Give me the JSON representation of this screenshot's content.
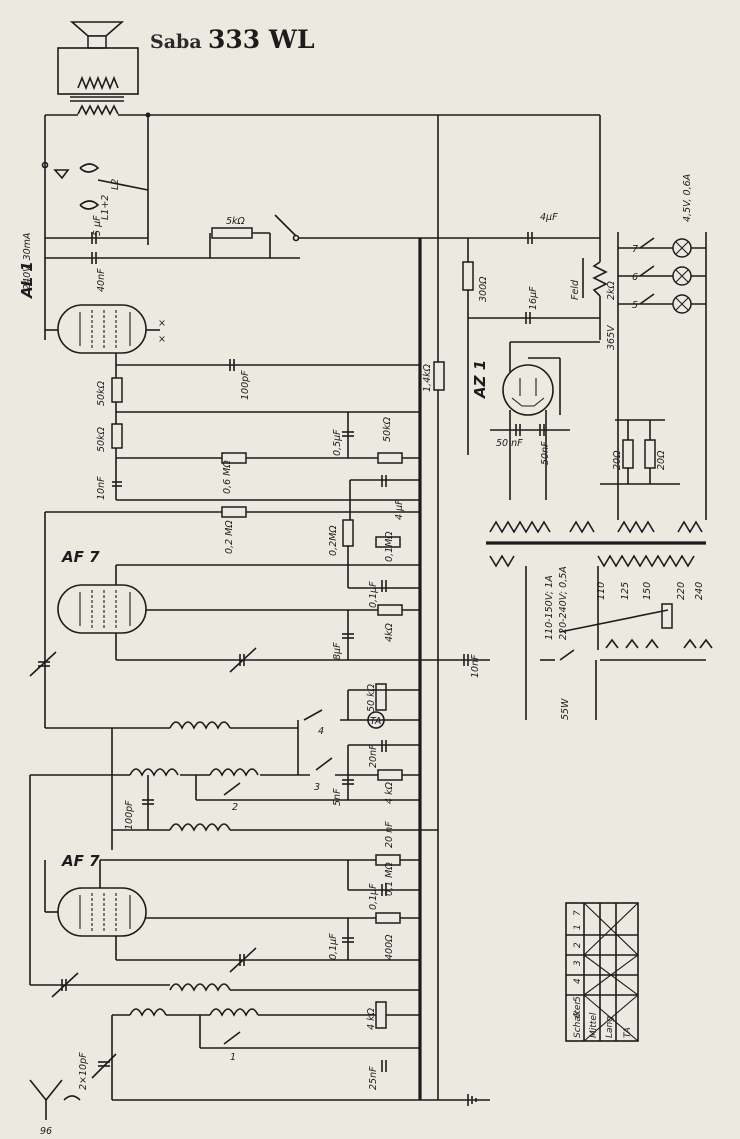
{
  "title": {
    "brand": "Saba",
    "model": "333 WL"
  },
  "tubes": {
    "output": "AL 1",
    "rectifier": "AZ 1",
    "rf_amp": "AF 7",
    "detector": "AF 7"
  },
  "labels": {
    "supply_current": "240V, 30mA",
    "l_1_2": "L1+2",
    "l2": "L2",
    "c_5uf": "5 µF",
    "c_40nf": "40nF",
    "r_5k": "5kΩ",
    "c_4uf": "4µF",
    "r_300": "300Ω",
    "c_16uf": "16µF",
    "field": "Feld",
    "r_2k": "2kΩ",
    "v_365": "365V",
    "lamps_rating": "4,5V, 0,6A",
    "sw5": "5",
    "sw6": "6",
    "sw7": "7",
    "r_50k_a": "50kΩ",
    "c_100pf_a": "100pF",
    "r_1_4k": "1,4kΩ",
    "c_0_5uf": "0,5µF",
    "r_50k_b": "50kΩ",
    "r_50k_c": "50kΩ",
    "c_10nf": "10nF",
    "r_0_6m": "0,6 MΩ",
    "c_50nf_a": "50 nF",
    "c_50nf_b": "50nF",
    "r_20_a": "20Ω",
    "r_20_b": "20Ω",
    "c_4uf_b": "4 µF",
    "r_0_2m_a": "0,2 MΩ",
    "r_0_2m_b": "0,2MΩ",
    "r_0_1m_a": "0,1MΩ",
    "c_0_1uf_a": "0,1µF",
    "c_8uf": "8µF",
    "r_4k_a": "4kΩ",
    "c_10nf_b": "10nF",
    "volt_110": "110-150V; 1A",
    "volt_220": "220-240V; 0,5A",
    "tap_110": "110",
    "tap_125": "125",
    "tap_150": "150",
    "tap_220": "220",
    "tap_240": "240",
    "sw_55w": "55W",
    "r_50k_ta": "50 kΩ",
    "ta": "TA",
    "sw4": "4",
    "sw3": "3",
    "sw2": "2",
    "sw1": "1",
    "c_20nf_a": "20nF",
    "c_5nf": "5nF",
    "r_4k_b": "4 kΩ",
    "c_100pf_b": "100pF",
    "c_20nf_b": "20 nF",
    "r_0_1m_b": "0,1 MΩ",
    "c_0_1uf_b": "0,1µF",
    "c_0_1uf_c": "0,1µF",
    "r_400": "400Ω",
    "r_4k_c": "4 kΩ",
    "c_25nf": "25nF",
    "c_2x10pf": "2×10pF",
    "page_no": "96"
  },
  "switch_table": {
    "header": [
      "Schalter",
      "1",
      "2",
      "3",
      "4",
      "5",
      "6",
      "7"
    ],
    "rows": [
      "Mittel",
      "Lang",
      "TA"
    ]
  }
}
